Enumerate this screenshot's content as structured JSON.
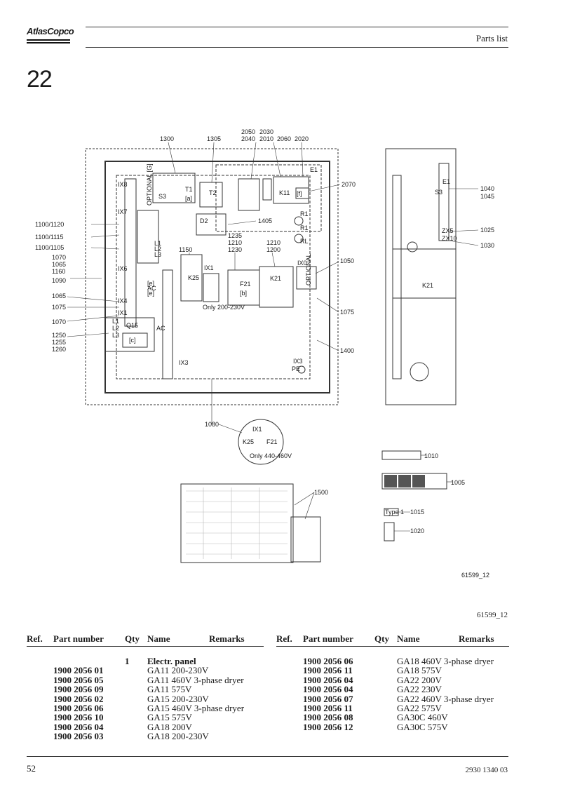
{
  "header": {
    "brand": "AtlasCopco",
    "title": "Parts list"
  },
  "section": "22",
  "drawing": {
    "figure_id": "61599_12",
    "callouts": [
      "1300",
      "1305",
      "2050",
      "2030",
      "2040",
      "2010",
      "2060",
      "2020",
      "2070",
      "1040",
      "1045",
      "1100/1120",
      "1100/1115",
      "1100/1105",
      "1405",
      "1025",
      "1030",
      "1235",
      "1210",
      "1210",
      "1230",
      "1200",
      "1150",
      "1070",
      "1065",
      "1160",
      "1090",
      "1050",
      "1065",
      "1075",
      "1075",
      "1070",
      "1250",
      "1255",
      "1260",
      "1400",
      "1080",
      "1010",
      "1500",
      "1005",
      "1015",
      "1020",
      "61599_12"
    ],
    "labels": [
      "E1",
      "T1",
      "T2",
      "S3",
      "[a]",
      "K11",
      "[f]",
      "D2",
      "R1",
      "R1",
      "RL",
      "K25",
      "IX1",
      "F21",
      "K21",
      "[b]",
      "IX0",
      "IX6",
      "IX4",
      "IX1",
      "IX3",
      "IX3",
      "PE",
      "Q15",
      "[c]",
      "AC",
      "[e]",
      "AC",
      "[e]",
      "IX8",
      "IX7",
      "OPTIONAL [G]",
      "Only 200-230V",
      "K21",
      "E1",
      "S3",
      "ZX5",
      "ZX10",
      "IX1",
      "K25",
      "F21",
      "Only 440-460V",
      "Type 1",
      "L1",
      "L2",
      "L3",
      "L1",
      "L2",
      "L3",
      "OPTIONAL"
    ]
  },
  "table": {
    "headers": {
      "ref": "Ref.",
      "part_number": "Part number",
      "qty": "Qty",
      "name": "Name",
      "remarks": "Remarks"
    },
    "left": [
      {
        "ref": "",
        "part_number": "",
        "qty": "1",
        "name": "Electr. panel",
        "bold": true
      },
      {
        "ref": "",
        "part_number": "1900 2056 01",
        "qty": "",
        "name": "GA11 200-230V"
      },
      {
        "ref": "",
        "part_number": "1900 2056 05",
        "qty": "",
        "name": "GA11 460V 3-phase dryer"
      },
      {
        "ref": "",
        "part_number": "1900 2056 09",
        "qty": "",
        "name": "GA11 575V"
      },
      {
        "ref": "",
        "part_number": "1900 2056 02",
        "qty": "",
        "name": "GA15 200-230V"
      },
      {
        "ref": "",
        "part_number": "1900 2056 06",
        "qty": "",
        "name": "GA15 460V 3-phase dryer"
      },
      {
        "ref": "",
        "part_number": "1900 2056 10",
        "qty": "",
        "name": "GA15 575V"
      },
      {
        "ref": "",
        "part_number": "1900 2056 04",
        "qty": "",
        "name": "GA18 200V"
      },
      {
        "ref": "",
        "part_number": "1900 2056 03",
        "qty": "",
        "name": "GA18 200-230V"
      }
    ],
    "right": [
      {
        "ref": "",
        "part_number": "1900 2056 06",
        "qty": "",
        "name": "GA18 460V 3-phase dryer"
      },
      {
        "ref": "",
        "part_number": "1900 2056 11",
        "qty": "",
        "name": "GA18 575V"
      },
      {
        "ref": "",
        "part_number": "1900 2056 04",
        "qty": "",
        "name": "GA22 200V"
      },
      {
        "ref": "",
        "part_number": "1900 2056 04",
        "qty": "",
        "name": "GA22 230V"
      },
      {
        "ref": "",
        "part_number": "1900 2056 07",
        "qty": "",
        "name": "GA22 460V 3-phase dryer"
      },
      {
        "ref": "",
        "part_number": "1900 2056 11",
        "qty": "",
        "name": "GA22 575V"
      },
      {
        "ref": "",
        "part_number": "1900 2056 08",
        "qty": "",
        "name": "GA30C 460V"
      },
      {
        "ref": "",
        "part_number": "1900 2056 12",
        "qty": "",
        "name": "GA30C 575V"
      }
    ]
  },
  "footer": {
    "page": "52",
    "doc_number": "2930 1340 03"
  }
}
